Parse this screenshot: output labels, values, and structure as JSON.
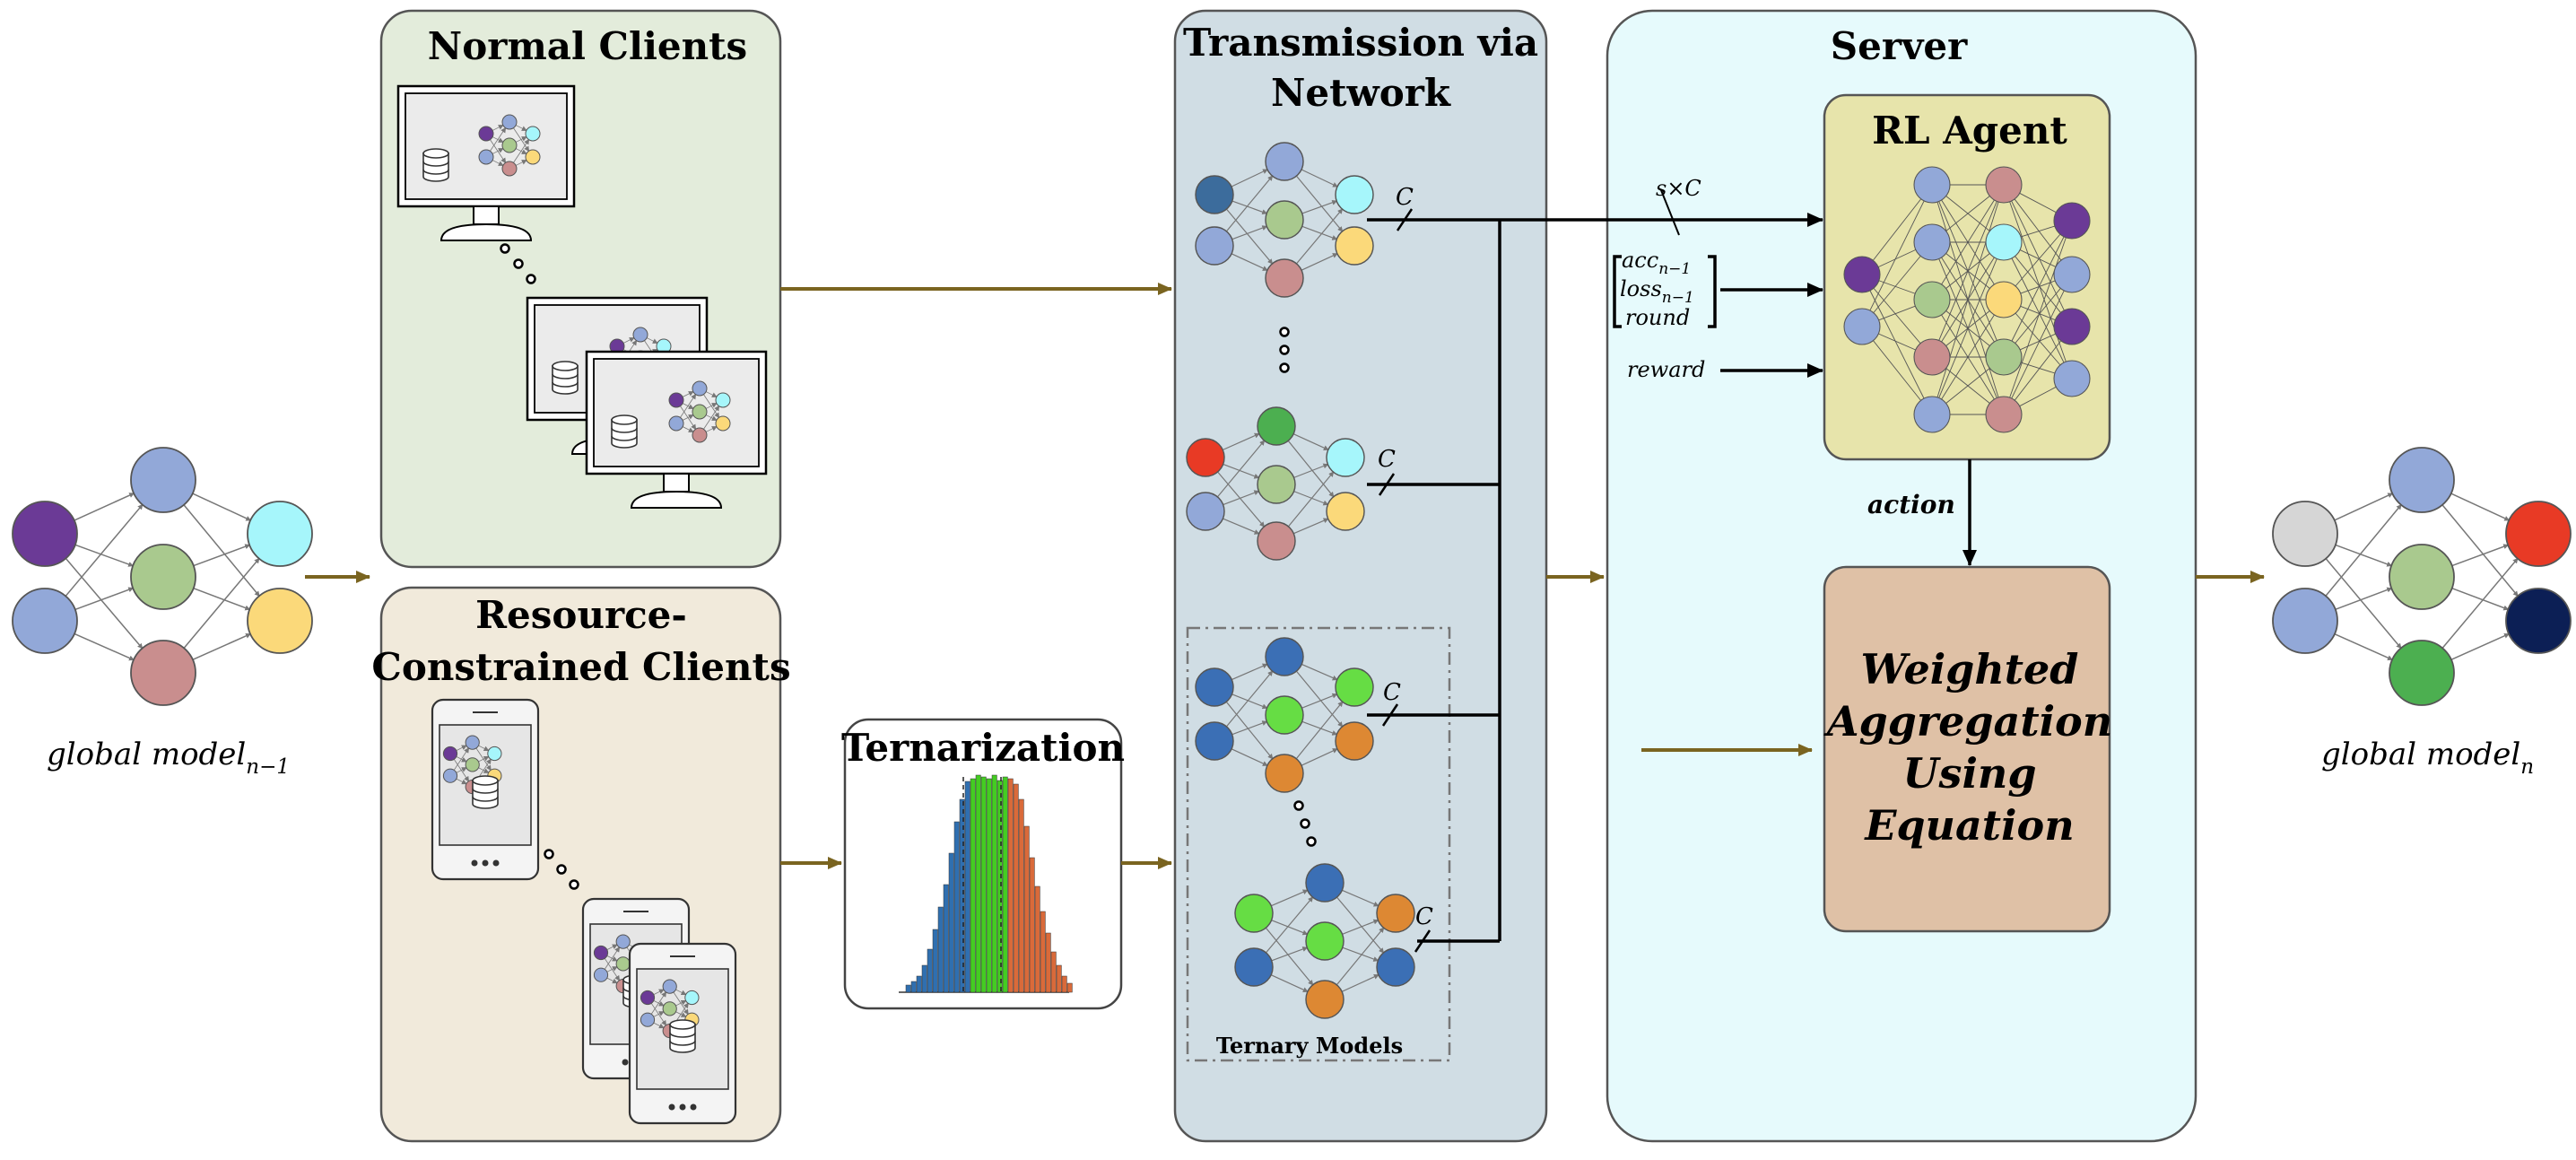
{
  "panels": {
    "normal_clients": {
      "title": "Normal Clients",
      "fill": "#e3ecdb"
    },
    "constrained_clients": {
      "title_line1": "Resource-",
      "title_line2": "Constrained Clients",
      "fill": "#f1eadb"
    },
    "ternarization": {
      "title": "Ternarization"
    },
    "transmission": {
      "title_line1": "Transmission via",
      "title_line2": "Network",
      "fill": "#d0dde4",
      "ternary_label": "Ternary Models"
    },
    "server": {
      "title": "Server",
      "fill": "#e6fafc"
    },
    "rl_agent": {
      "title": "RL Agent",
      "fill": "#e7e4ab"
    },
    "aggregation": {
      "line1": "Weighted",
      "line2": "Aggregation",
      "line3": "Using",
      "line4": "Equation",
      "fill": "#dfc1a6"
    }
  },
  "labels": {
    "global_prev": "global model",
    "global_prev_sub": "n−1",
    "global_next": "global model",
    "global_next_sub": "n",
    "channel_c": "C",
    "sxc": "s×C",
    "acc": "acc",
    "acc_sub": "n−1",
    "loss": "loss",
    "loss_sub": "n−1",
    "round": "round",
    "reward": "reward",
    "action": "action"
  },
  "colors": {
    "arrow_olive": "#7a6420",
    "purple": "#6b3a96",
    "blue": "#92a8d8",
    "green": "#a9c98e",
    "pink": "#c98e8e",
    "cyan": "#a6f6fb",
    "yellow": "#fbd97a",
    "grey": "#d6d6d6",
    "red": "#e83a25",
    "navy": "#0c1f55",
    "dark_green": "#4caf50",
    "teal_blue": "#3c6c9c",
    "deep_blue": "#3b6fb5",
    "bright_green": "#66dd44",
    "orange": "#dd8833"
  }
}
